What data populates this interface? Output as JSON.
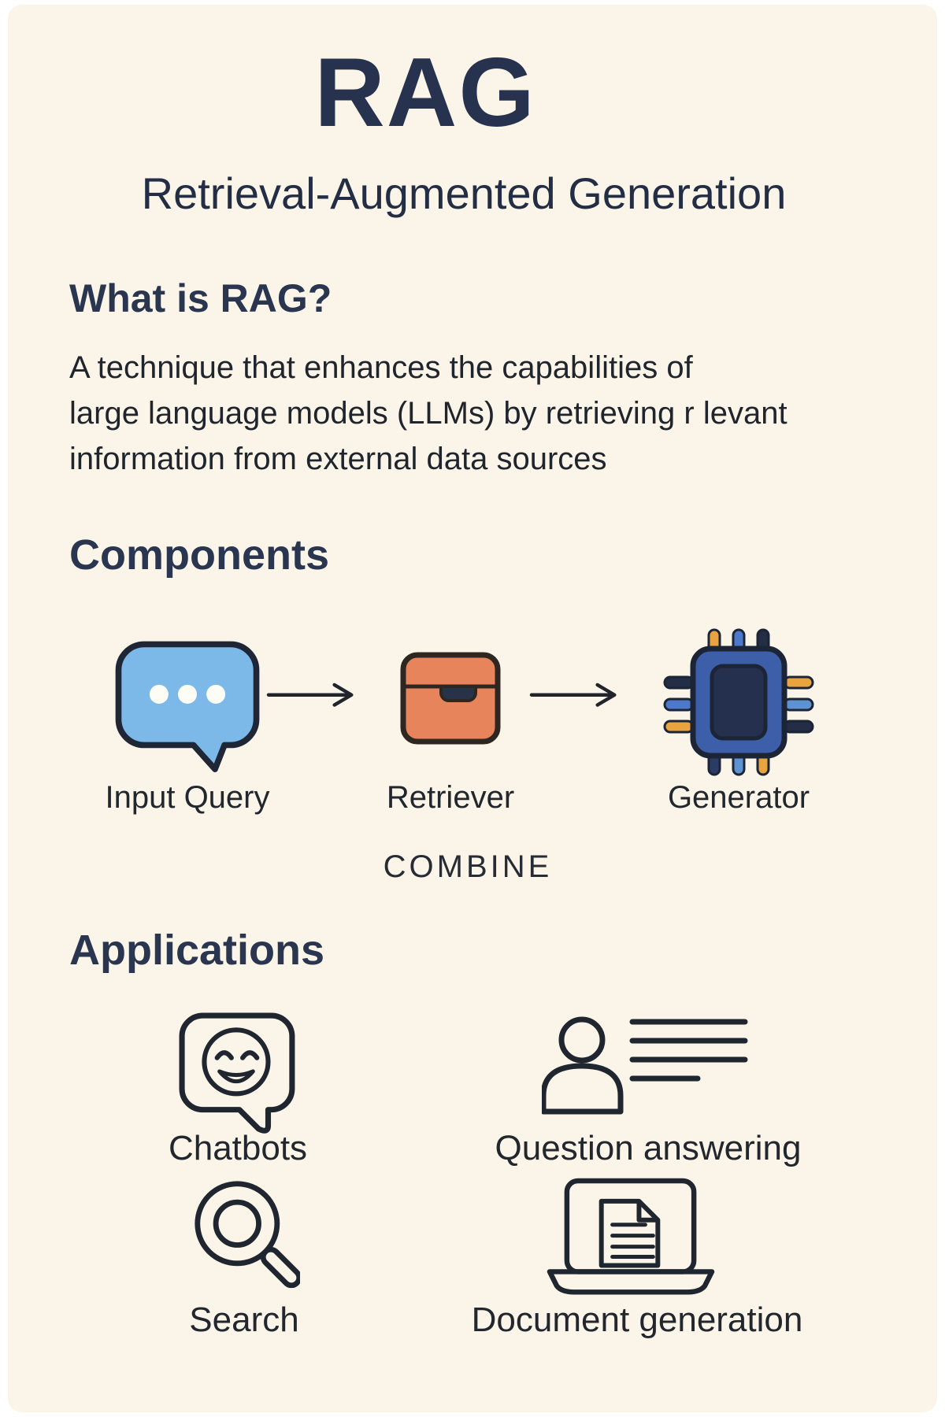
{
  "header": {
    "title": "RAG",
    "subtitle": "Retrieval-Augmented Generation"
  },
  "what_is": {
    "heading": "What is RAG?",
    "description_lines": [
      "A technique that enhances the capabilities of",
      "large language models (LLMs) by retrieving r levant",
      "information from external data sources"
    ]
  },
  "components": {
    "heading": "Components",
    "combine_label": "COMBINE",
    "arrow_icon": "right-arrow-icon",
    "flow": [
      {
        "label": "Input Query",
        "icon": "chat-bubble-icon"
      },
      {
        "label": "Retriever",
        "icon": "storage-box-icon"
      },
      {
        "label": "Generator",
        "icon": "processor-chip-icon"
      }
    ]
  },
  "applications": {
    "heading": "Applications",
    "items": [
      {
        "label": "Chatbots",
        "icon": "smiley-chat-bubble-icon"
      },
      {
        "label": "Question answering",
        "icon": "person-with-text-lines-icon"
      },
      {
        "label": "Search",
        "icon": "magnifying-glass-icon"
      },
      {
        "label": "Document generation",
        "icon": "laptop-document-icon"
      }
    ]
  },
  "colors": {
    "background_cream": "#FAF5E8",
    "heading_navy": "#2A3550",
    "body_text": "#22262D",
    "bubble_blue": "#7CB9E8",
    "box_orange": "#E8845C",
    "chip_blue": "#3D5FA9",
    "chip_inner_navy": "#25304F",
    "pin_orange": "#E9A43F",
    "pin_blue": "#4C79C9",
    "pin_light_blue": "#5E93D2",
    "pin_navy": "#232D45",
    "outline_dark": "#20262F"
  }
}
